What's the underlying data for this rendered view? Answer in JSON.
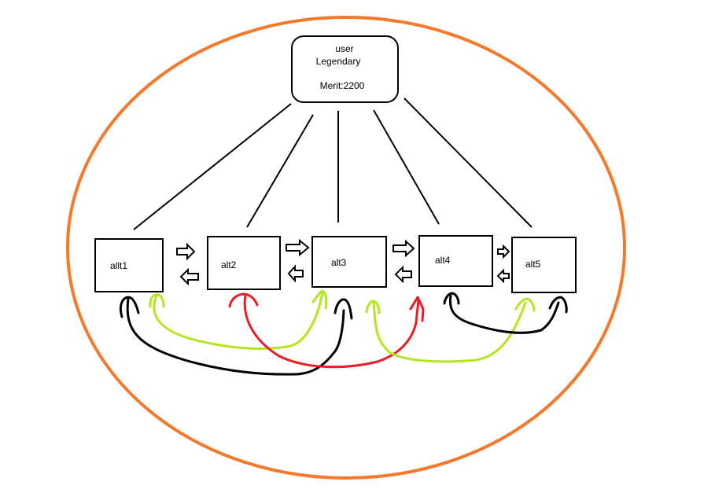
{
  "user_box": {
    "line1": "user",
    "line2": "Legendary",
    "line3": "Merit:2200"
  },
  "alts": [
    {
      "label": "allt1"
    },
    {
      "label": "alt2"
    },
    {
      "label": "alt3"
    },
    {
      "label": "alt4"
    },
    {
      "label": "alt5"
    }
  ],
  "colors": {
    "ellipse": "#f5792b",
    "lines": "#000000",
    "yellow_green": "#b5e61d",
    "red": "#ed1c24",
    "black_curve": "#000000"
  }
}
